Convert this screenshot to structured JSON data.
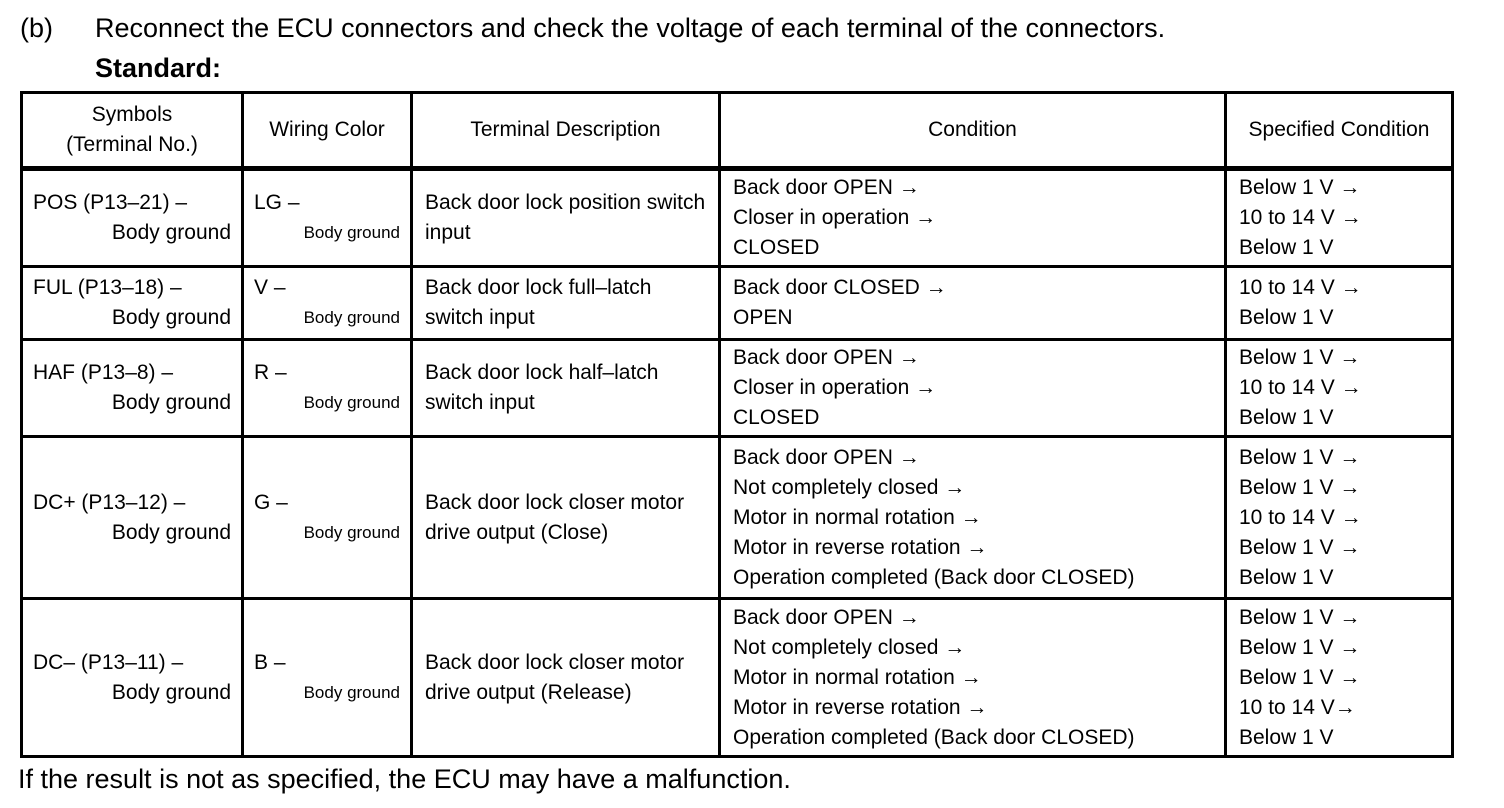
{
  "intro": {
    "label": "(b)",
    "text": "Reconnect the ECU connectors and check the voltage of each terminal of the connectors.",
    "standard_label": "Standard:"
  },
  "table": {
    "headers": {
      "symbols": [
        "Symbols",
        "(Terminal No.)"
      ],
      "wiring_color": "Wiring Color",
      "terminal_description": "Terminal Description",
      "condition": "Condition",
      "specified_condition": "Specified Condition"
    },
    "rows": [
      {
        "symbol": "POS (P13–21) –",
        "symbol_ground": "Body ground",
        "wiring_color": "LG –",
        "wiring_ground": "Body ground",
        "terminal_description": "Back door lock position switch input",
        "condition": [
          "Back door OPEN →",
          "Closer in operation →",
          "CLOSED"
        ],
        "specified_condition": [
          "Below 1 V →",
          "10 to 14 V →",
          "Below 1 V"
        ]
      },
      {
        "symbol": "FUL (P13–18) –",
        "symbol_ground": "Body ground",
        "wiring_color": "V –",
        "wiring_ground": "Body ground",
        "terminal_description": "Back door lock full–latch switch input",
        "condition": [
          "Back door CLOSED →",
          "OPEN"
        ],
        "specified_condition": [
          "10 to 14 V →",
          "Below 1 V"
        ]
      },
      {
        "symbol": "HAF (P13–8) –",
        "symbol_ground": "Body ground",
        "wiring_color": "R –",
        "wiring_ground": "Body ground",
        "terminal_description": "Back door lock half–latch switch input",
        "condition": [
          "Back door OPEN →",
          "Closer in operation →",
          "CLOSED"
        ],
        "specified_condition": [
          "Below 1 V →",
          "10 to 14 V →",
          "Below 1 V"
        ]
      },
      {
        "symbol": "DC+ (P13–12) –",
        "symbol_ground": "Body ground",
        "wiring_color": "G –",
        "wiring_ground": "Body ground",
        "terminal_description": "Back door lock closer motor drive output (Close)",
        "condition": [
          "Back door OPEN →",
          "Not completely closed →",
          "Motor in normal rotation →",
          "Motor in reverse rotation →",
          "Operation completed (Back door CLOSED)"
        ],
        "specified_condition": [
          "Below 1 V →",
          "Below 1 V →",
          "10 to 14 V →",
          "Below 1 V →",
          "Below 1 V"
        ]
      },
      {
        "symbol": "DC– (P13–11) –",
        "symbol_ground": "Body ground",
        "wiring_color": "B –",
        "wiring_ground": "Body ground",
        "terminal_description": "Back door lock closer motor drive output (Release)",
        "condition": [
          "Back door OPEN →",
          "Not completely closed →",
          "Motor in normal rotation →",
          "Motor in reverse rotation →",
          "Operation completed (Back door CLOSED)"
        ],
        "specified_condition": [
          "Below 1 V →",
          "Below 1 V →",
          "Below 1 V →",
          "10 to 14 V→",
          "Below 1 V"
        ]
      }
    ]
  },
  "footer": {
    "text": "If the result is not as specified, the ECU may have a malfunction."
  }
}
